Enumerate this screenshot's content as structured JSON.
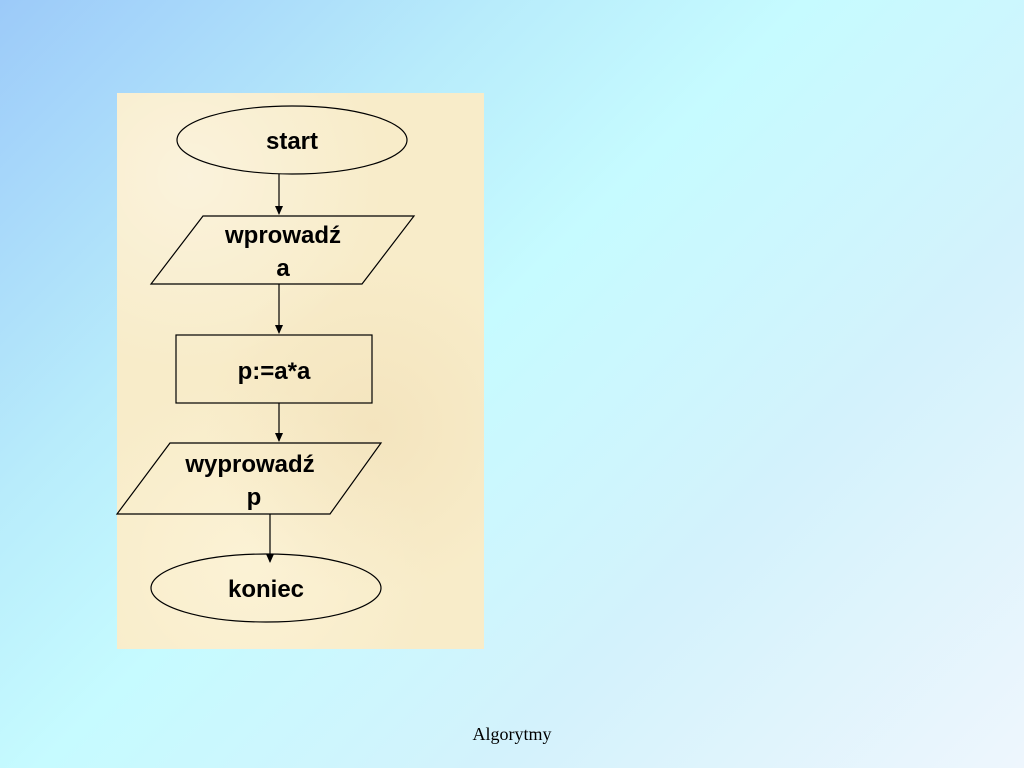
{
  "flowchart": {
    "start_label": "start",
    "input_line1": "wprowadź",
    "input_line2": "a",
    "process_label": "p:=a*a",
    "output_line1": "wyprowadź",
    "output_line2": "p",
    "end_label": "koniec"
  },
  "footer": {
    "text": "Algorytmy"
  },
  "colors": {
    "panel_background": "#f8ecc9",
    "slide_gradient_start": "#9ccaf9",
    "slide_gradient_end": "#eef6fd"
  }
}
